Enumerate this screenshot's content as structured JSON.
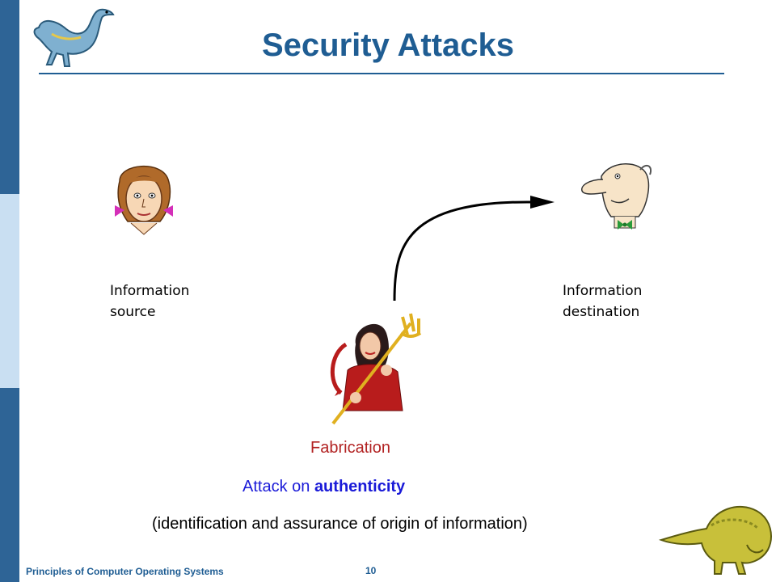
{
  "slide": {
    "title": "Security Attacks",
    "source_label_line1": "Information",
    "source_label_line2": "source",
    "dest_label_line1": "Information",
    "dest_label_line2": "destination",
    "attack_type": "Fabrication",
    "attack_on_prefix": "Attack on ",
    "attack_on_target": "authenticity",
    "description": "(identification and assurance of origin of information)"
  },
  "footer": {
    "course": "Principles of Computer Operating Systems",
    "page_number": "10"
  },
  "colors": {
    "sidebar": "#2e6496",
    "title": "#1f5d93",
    "fabrication": "#b22222",
    "attack_text": "#1a1ad8"
  },
  "icons": [
    "dinosaur-top-icon",
    "woman-source-icon",
    "man-destination-icon",
    "devil-attacker-icon",
    "arrow-icon",
    "dinosaur-bottom-icon"
  ]
}
